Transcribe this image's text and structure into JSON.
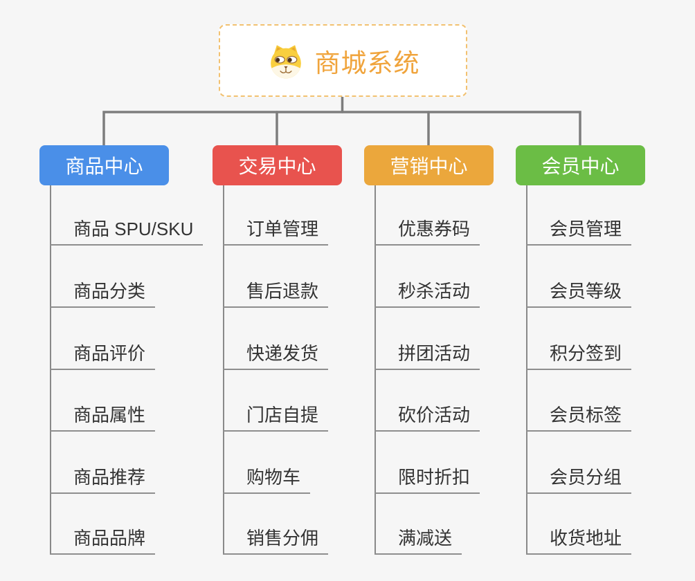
{
  "root": {
    "title": "商城系统",
    "icon": "dog-face-icon"
  },
  "branches": [
    {
      "label": "商品中心",
      "color": "#4a8fe8",
      "children": [
        "商品 SPU/SKU",
        "商品分类",
        "商品评价",
        "商品属性",
        "商品推荐",
        "商品品牌"
      ]
    },
    {
      "label": "交易中心",
      "color": "#e8534e",
      "children": [
        "订单管理",
        "售后退款",
        "快递发货",
        "门店自提",
        "购物车",
        "销售分佣"
      ]
    },
    {
      "label": "营销中心",
      "color": "#eba73c",
      "children": [
        "优惠券码",
        "秒杀活动",
        "拼团活动",
        "砍价活动",
        "限时折扣",
        "满减送"
      ]
    },
    {
      "label": "会员中心",
      "color": "#6bbd45",
      "children": [
        "会员管理",
        "会员等级",
        "积分签到",
        "会员标签",
        "会员分组",
        "收货地址"
      ]
    }
  ],
  "colors": {
    "background": "#f6f6f6",
    "root_border": "#f2c170",
    "root_title": "#f0a43c",
    "connector_line": "#7d7d7d",
    "leaf_line": "#8e8e8e",
    "leaf_text": "#333333"
  }
}
